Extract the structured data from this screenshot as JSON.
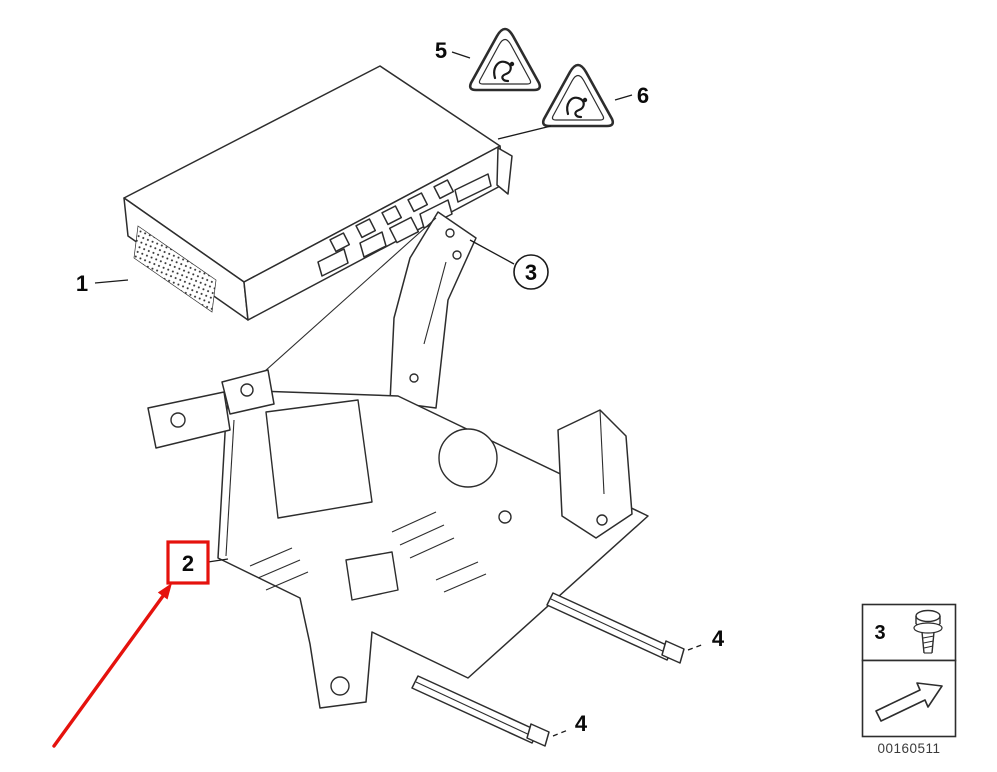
{
  "colors": {
    "line": "#2d2d2d",
    "accent_red": "#e5120d",
    "background": "#ffffff",
    "label_text": "#0a0a0a",
    "code_text": "#3a3a3a"
  },
  "callouts": {
    "n1": "1",
    "n2": "2",
    "n3": "3",
    "n4": "4",
    "n5": "5",
    "n6": "6"
  },
  "highlight": {
    "highlighted_callout": "2"
  },
  "parts": {
    "amplifier_icon": "amplifier-heatsink-drawing",
    "bracket_icon": "mounting-bracket-drawing",
    "rail_icon": "side-rail-drawing",
    "warning_icon": "warning-triangle-icon"
  },
  "legend": {
    "item_number": "3",
    "bolt_icon": "hex-bolt-icon",
    "arrow_icon": "direction-arrow-icon"
  },
  "footer": {
    "diagram_code": "00160511"
  }
}
